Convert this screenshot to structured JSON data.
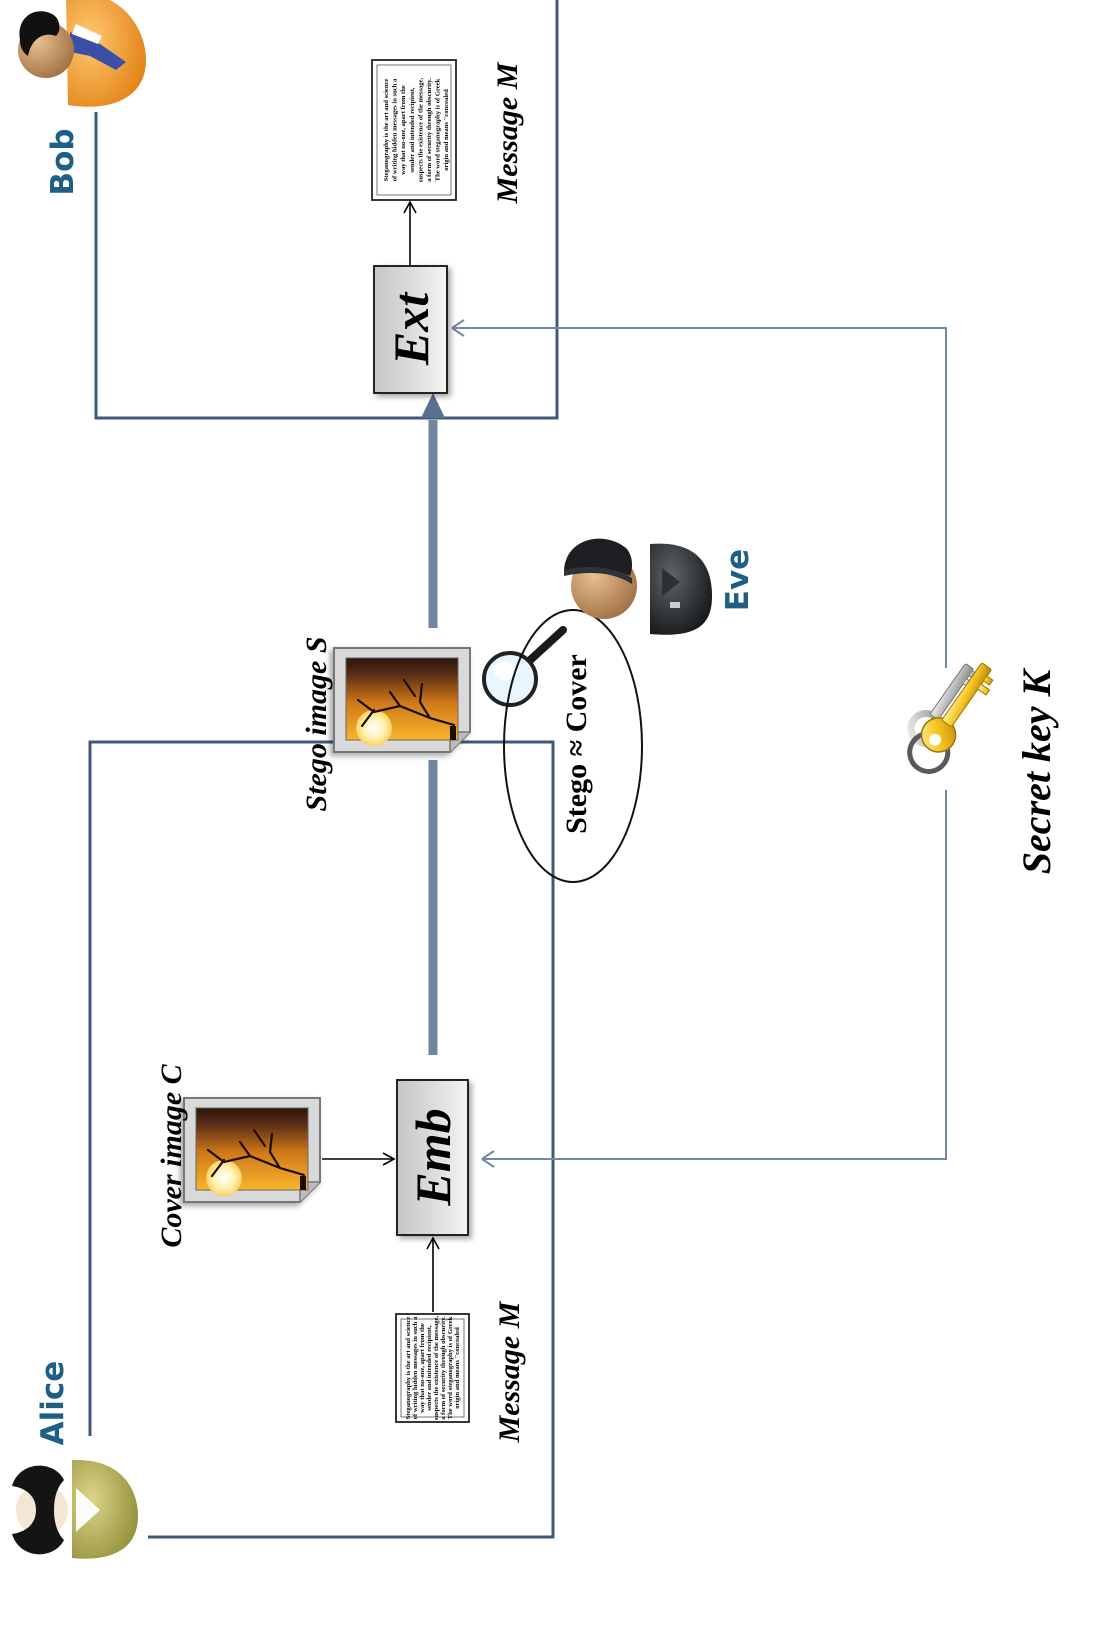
{
  "actors": {
    "alice": "Alice",
    "bob": "Bob",
    "eve": "Eve"
  },
  "labels": {
    "cover_image": "Cover image  C",
    "stego_image": "Stego image  S",
    "message_sender": "Message M",
    "message_receiver": "Message M",
    "secret_key": "Secret  key  K",
    "stego_cover": "Stego ≈ Cover"
  },
  "blocks": {
    "embed": "Emb",
    "extract": "Ext"
  },
  "message_doc": {
    "lines": [
      "Steganography is the art and science",
      "of writing hidden messages in such a",
      "way that no-one, apart from the",
      "sender and intended recipient,",
      "suspects the existence of the message,",
      "a form of security through obscurity.",
      "The word steganography is of Greek",
      "origin and means \"concealed"
    ]
  },
  "colors": {
    "frame": "#3e5878",
    "channel": "#5a7090",
    "key_line": "#7388a6",
    "actor_label": "#1f5f86"
  },
  "icons": {
    "alice": "female-user-icon",
    "bob": "male-user-icon",
    "eve": "spy-user-icon",
    "image": "image-file-icon",
    "magnifier": "magnifier-icon",
    "key": "keys-icon",
    "document": "document-icon"
  }
}
